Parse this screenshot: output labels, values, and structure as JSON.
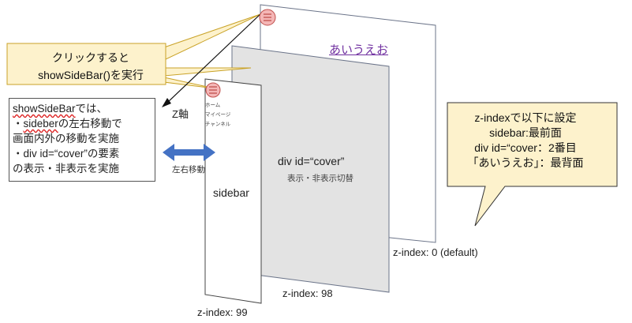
{
  "callout": {
    "line1": "クリックすると",
    "line2": "showSideBar()を実行"
  },
  "note": {
    "line1_a": "showSideBar",
    "line1_b": "では、",
    "line2_a": "・",
    "line2_b": "sideber",
    "line2_c": "の左右移動で",
    "line3": "画面内外の移動を実施",
    "line4": "・div id=“cover”の要素",
    "line5": "の表示・非表示を実施"
  },
  "axis": {
    "z_label": "Z軸",
    "move_label": "左右移動"
  },
  "back_layer": {
    "link_text": "あいうえお",
    "z_label": "z-index: 0 (default)"
  },
  "cover_layer": {
    "title": "div id=“cover”",
    "subtitle": "表示・非表示切替",
    "z_label": "z-index: 98"
  },
  "sidebar_layer": {
    "title": "sidebar",
    "menu": [
      "ホーム",
      "マイページ",
      "チャンネル"
    ],
    "z_label": "z-index: 99"
  },
  "bubble": {
    "line1": "z-indexで以下に設定",
    "line2": "sidebar:最前面",
    "line3": "div id=“cover：2番目",
    "line4": "「あいうえお」：最背面"
  },
  "icons": {
    "hamburger": "hamburger-menu-icon",
    "move_arrow": "double-arrow-icon"
  },
  "colors": {
    "callout_fill": "#fdf2cc",
    "callout_border": "#c9a227",
    "hamburger_fill": "#f4b6b6",
    "hamburger_border": "#c0504d",
    "cover_fill": "#e3e3e3",
    "arrow_blue": "#4472c4",
    "link_purple": "#7030a0"
  }
}
